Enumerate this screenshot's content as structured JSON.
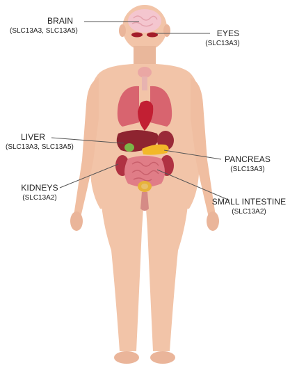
{
  "labels": {
    "brain": {
      "name": "BRAIN",
      "genes": "(SLC13A3, SLC13A5)"
    },
    "eyes": {
      "name": "EYES",
      "genes": "(SLC13A3)"
    },
    "liver": {
      "name": "LIVER",
      "genes": "(SLC13A3, SLC13A5)"
    },
    "pancreas": {
      "name": "PANCREAS",
      "genes": "(SLC13A3)"
    },
    "kidneys": {
      "name": "KIDNEYS",
      "genes": "(SLC13A2)"
    },
    "intestine": {
      "name": "SMALL INTESTINE",
      "genes": "(SLC13A2)"
    }
  },
  "colors": {
    "skin": "#f2c4a8",
    "skin_shadow": "#e6ad90",
    "brain": "#f4c6cf",
    "eyes": "#a31d2a",
    "lungs": "#d8646f",
    "heart": "#c21f33",
    "liver": "#8e2430",
    "gallbladder": "#7ab648",
    "pancreas": "#f2b829",
    "kidneys": "#b03242",
    "intestine": "#e07d87",
    "bladder": "#e7b23a",
    "leader": "#555555"
  }
}
